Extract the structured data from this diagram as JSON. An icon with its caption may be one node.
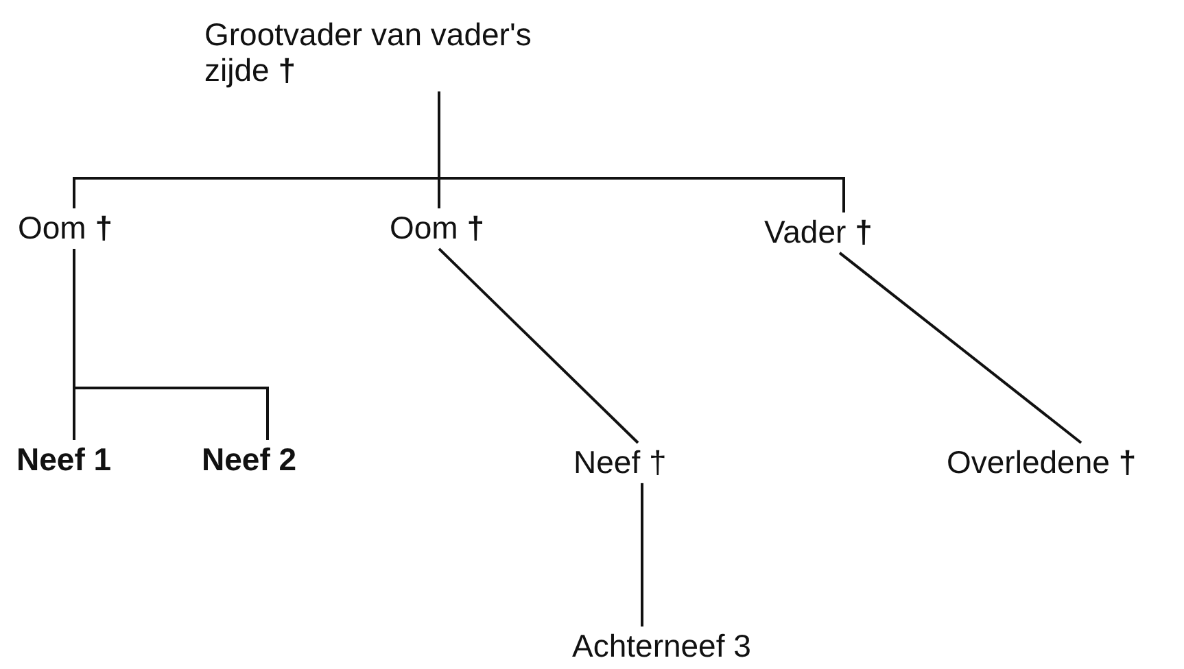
{
  "diagram": {
    "nodes": [
      {
        "text": [
          "Grootvader van vader's zijde **†**"
        ]
      },
      {
        "text": [
          "Oom **†**"
        ]
      },
      {
        "text": [
          "Oom **†**"
        ]
      },
      {
        "text": [
          "Vader **†**"
        ]
      },
      {
        "text": [
          "Neef 1"
        ]
      },
      {
        "text": [
          "Neef 2"
        ]
      },
      {
        "text": [
          "Neef †"
        ]
      },
      {
        "text": [
          "Overledene **†**"
        ]
      },
      {
        "text": [
          "Achterneef 3"
        ]
      }
    ],
    "edges": [
      {
        "from": 0,
        "to": 1,
        "arrow": "none"
      },
      {
        "from": 0,
        "to": 2,
        "arrow": "none"
      },
      {
        "from": 0,
        "to": 3,
        "arrow": "none"
      },
      {
        "from": 1,
        "to": 4,
        "arrow": "none"
      },
      {
        "from": 1,
        "to": 5,
        "arrow": "none"
      },
      {
        "from": 2,
        "to": 6,
        "arrow": "none"
      },
      {
        "from": 3,
        "to": 7,
        "arrow": "none"
      },
      {
        "from": 6,
        "to": 8,
        "arrow": "none"
      }
    ]
  }
}
